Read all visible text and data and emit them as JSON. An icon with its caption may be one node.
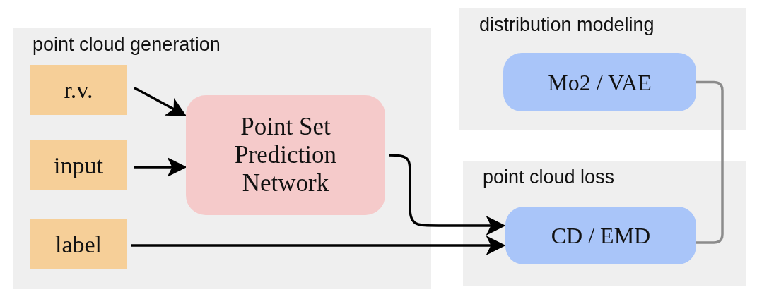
{
  "diagram": {
    "nodes": [
      {
        "text": [
          "point cloud generation"
        ]
      },
      {
        "text": [
          "r.v."
        ],
        "in": 0
      },
      {
        "text": [
          "input"
        ],
        "in": 0
      },
      {
        "text": [
          "label"
        ],
        "in": 0
      },
      {
        "text": [
          "Point Set Prediction Network"
        ],
        "in": 0
      },
      {
        "text": [
          "distribution modeling"
        ]
      },
      {
        "text": [
          "Mo2 / VAE"
        ],
        "in": 5
      },
      {
        "text": [
          "point cloud loss"
        ]
      },
      {
        "text": [
          "CD / EMD"
        ],
        "in": 7
      }
    ],
    "edges": [
      {
        "from": 1,
        "to": 4,
        "arrow": "to"
      },
      {
        "from": 2,
        "to": 4,
        "arrow": "to"
      },
      {
        "from": 4,
        "to": 8,
        "arrow": "to"
      },
      {
        "from": 3,
        "to": 8,
        "arrow": "to"
      },
      {
        "from": 6,
        "to": 8,
        "arrow": "none",
        "color": "#8c8c8c"
      }
    ]
  }
}
